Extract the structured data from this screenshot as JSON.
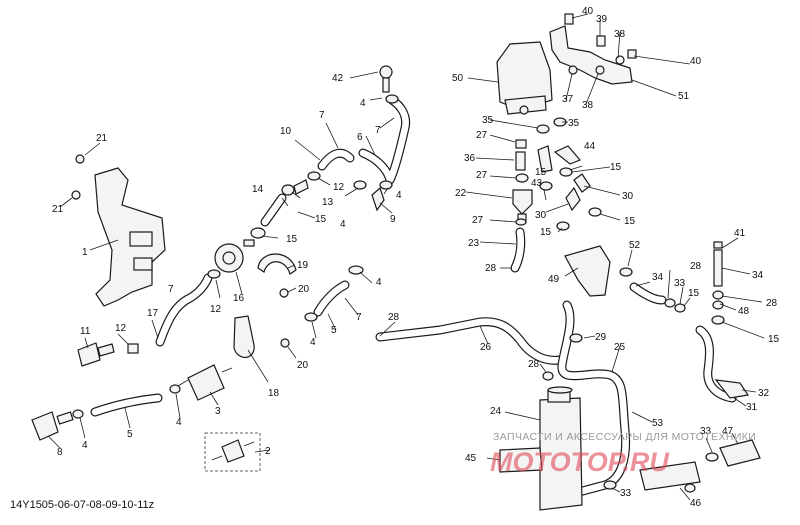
{
  "drawing_code": "14Y1505-06-07-08-09-10-11z",
  "watermark": {
    "line": "ЗАПЧАСТИ И АКСЕССУАРЫ ДЛЯ МОТОТЕХНИКИ",
    "brand": "МОТОТОР.RU"
  },
  "callouts": [
    "1",
    "2",
    "3",
    "4",
    "5",
    "6",
    "7",
    "8",
    "9",
    "10",
    "11",
    "12",
    "13",
    "14",
    "15",
    "16",
    "17",
    "18",
    "19",
    "20",
    "21",
    "22",
    "23",
    "24",
    "25",
    "26",
    "27",
    "28",
    "29",
    "30",
    "31",
    "32",
    "33",
    "34",
    "35",
    "36",
    "37",
    "38",
    "39",
    "40",
    "41",
    "42",
    "43",
    "44",
    "45",
    "46",
    "47",
    "48",
    "49",
    "50",
    "51",
    "52",
    "53"
  ]
}
